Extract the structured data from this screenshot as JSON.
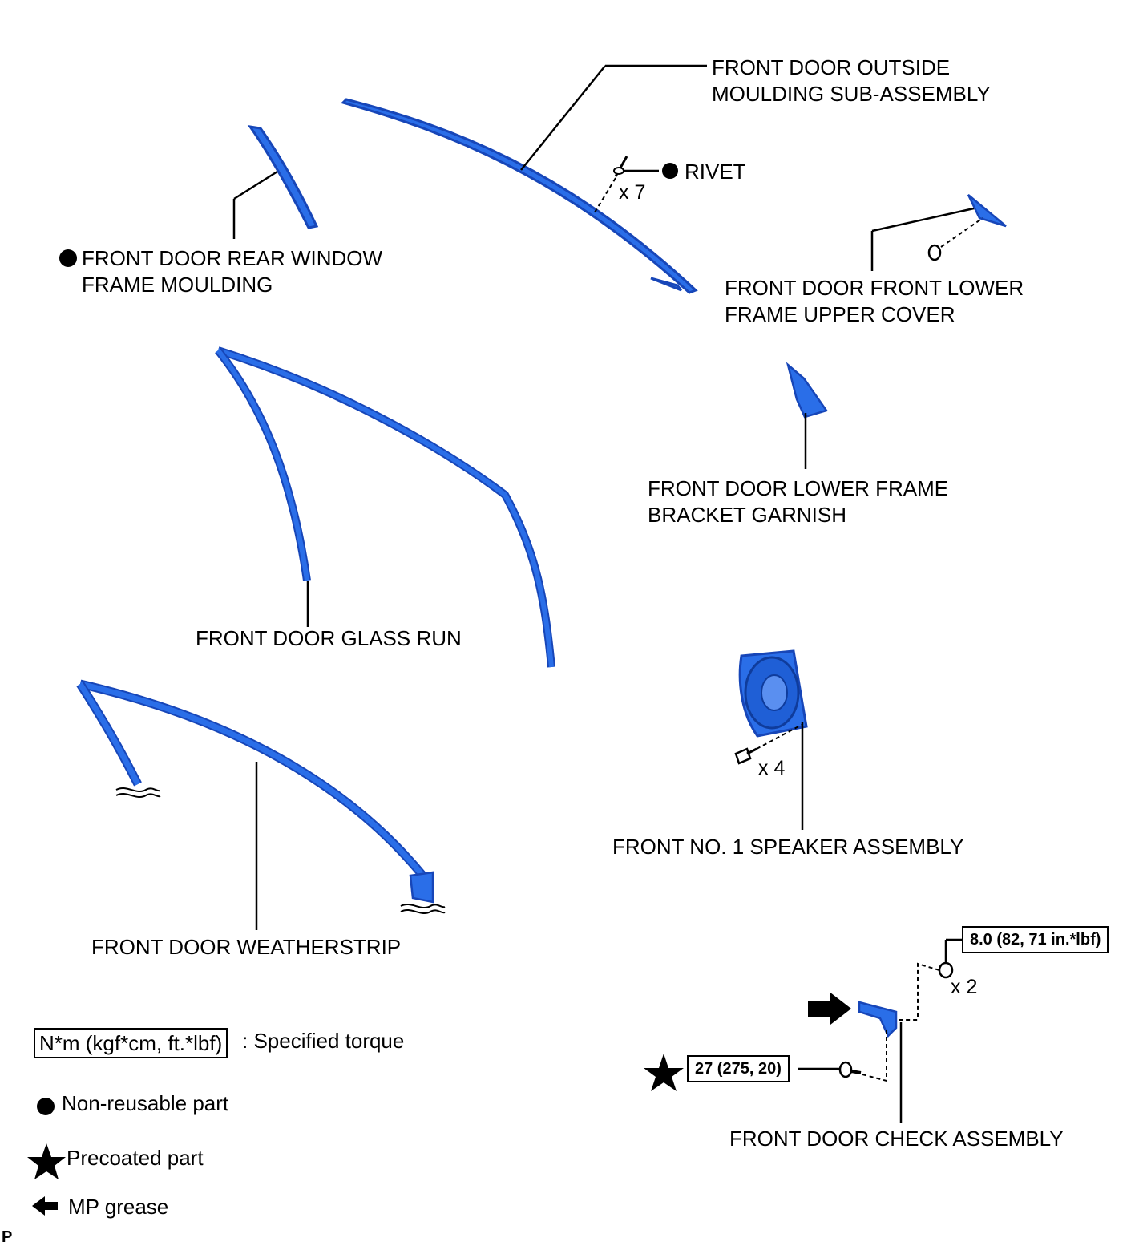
{
  "labels": {
    "outside_moulding": "FRONT DOOR OUTSIDE\nMOULDING SUB-ASSEMBLY",
    "rivet": "RIVET",
    "rivet_qty": "x 7",
    "rear_window_moulding": "FRONT DOOR REAR WINDOW\nFRAME MOULDING",
    "lower_frame_upper_cover": "FRONT DOOR FRONT LOWER\nFRAME UPPER COVER",
    "lower_frame_bracket_garnish": "FRONT DOOR LOWER FRAME\nBRACKET GARNISH",
    "glass_run": "FRONT DOOR GLASS RUN",
    "speaker_qty": "x 4",
    "speaker": "FRONT NO. 1 SPEAKER ASSEMBLY",
    "weatherstrip": "FRONT DOOR WEATHERSTRIP",
    "check_nut_torque": "8.0 (82, 71 in.*lbf)",
    "check_nut_qty": "x 2",
    "check_bolt_torque": "27 (275, 20)",
    "check_assembly": "FRONT DOOR CHECK ASSEMBLY"
  },
  "legend": {
    "torque_box": "N*m (kgf*cm, ft.*lbf)",
    "torque_text": ": Specified torque",
    "non_reusable": "Non-reusable part",
    "precoated": "Precoated part",
    "mp_grease": "MP grease"
  },
  "corner_mark": "P",
  "colors": {
    "part_fill": "#2a6ee8",
    "part_dark": "#1746b8",
    "line": "#000000"
  }
}
